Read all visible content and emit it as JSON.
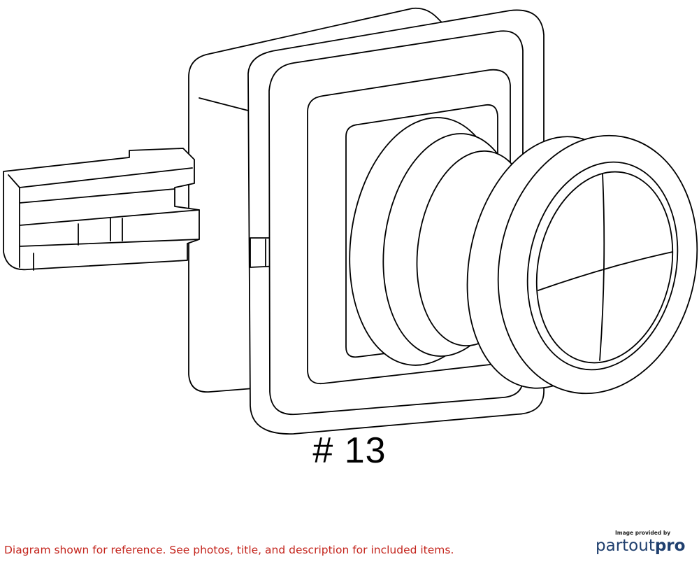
{
  "diagram": {
    "part_number_label": "# 13",
    "disclaimer": "Diagram shown for reference. See photos, title, and description for included items."
  },
  "credit": {
    "caption": "Image provided by",
    "logo_part": "partout",
    "logo_pro": "pro"
  },
  "colors": {
    "line": "#000000",
    "disclaimer": "#c4251d",
    "logo": "#1f3f6e"
  }
}
